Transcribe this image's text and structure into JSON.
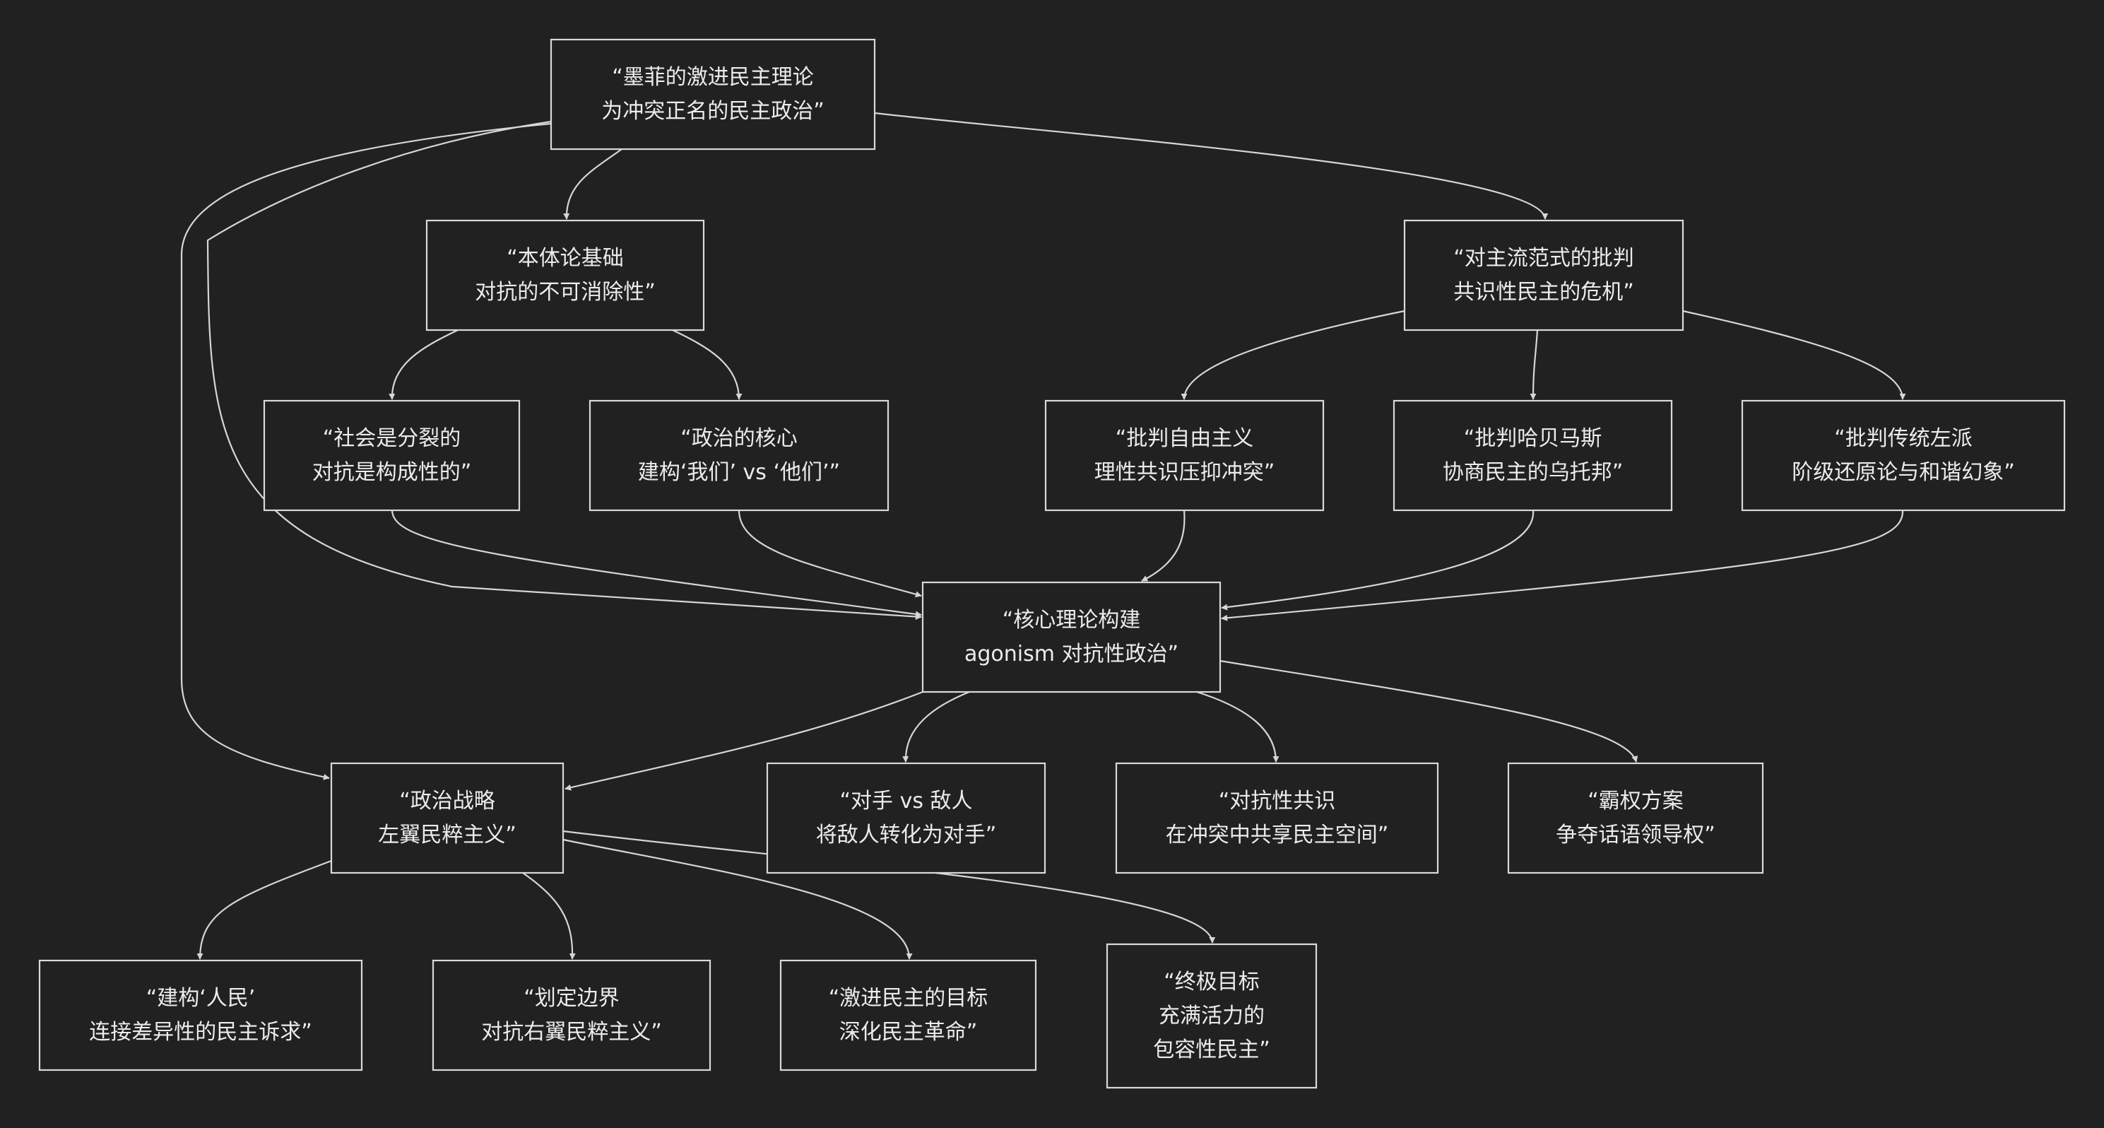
{
  "colors": {
    "background": "#212121",
    "node_border": "#d9d9d9",
    "edge": "#d6d6d6",
    "text": "#ececec"
  },
  "nodes": [
    {
      "id": "root",
      "lines": [
        "“墨菲的激进民主理论",
        "为冲突正名的民主政治”"
      ]
    },
    {
      "id": "ontology",
      "lines": [
        "“本体论基础",
        "对抗的不可消除性”"
      ]
    },
    {
      "id": "critique",
      "lines": [
        "“对主流范式的批判",
        "共识性民主的危机”"
      ]
    },
    {
      "id": "society",
      "lines": [
        "“社会是分裂的",
        "对抗是构成性的”"
      ]
    },
    {
      "id": "politics_core",
      "lines": [
        "“政治的核心",
        "建构‘我们’ vs ‘他们’”"
      ]
    },
    {
      "id": "liberalism",
      "lines": [
        "“批判自由主义",
        "理性共识压抑冲突”"
      ]
    },
    {
      "id": "habermas",
      "lines": [
        "“批判哈贝马斯",
        "协商民主的乌托邦”"
      ]
    },
    {
      "id": "old_left",
      "lines": [
        "“批判传统左派",
        "阶级还原论与和谐幻象”"
      ]
    },
    {
      "id": "core",
      "lines": [
        "“核心理论构建",
        "agonism 对抗性政治”"
      ]
    },
    {
      "id": "strategy",
      "lines": [
        "“政治战略",
        "左翼民粹主义”"
      ]
    },
    {
      "id": "adversary",
      "lines": [
        "“对手 vs 敌人",
        "将敌人转化为对手”"
      ]
    },
    {
      "id": "conflictual_consensus",
      "lines": [
        "“对抗性共识",
        "在冲突中共享民主空间”"
      ]
    },
    {
      "id": "hegemony",
      "lines": [
        "“霸权方案",
        "争夺话语领导权”"
      ]
    },
    {
      "id": "people",
      "lines": [
        "“建构‘人民’",
        "连接差异性的民主诉求”"
      ]
    },
    {
      "id": "frontier",
      "lines": [
        "“划定边界",
        "对抗右翼民粹主义”"
      ]
    },
    {
      "id": "radical_goal",
      "lines": [
        "“激进民主的目标",
        "深化民主革命”"
      ]
    },
    {
      "id": "ultimate_goal",
      "lines": [
        "“终极目标",
        "充满活力的",
        "包容性民主”"
      ]
    }
  ],
  "edges": [
    {
      "from": "root",
      "to": "ontology"
    },
    {
      "from": "root",
      "to": "critique"
    },
    {
      "from": "root",
      "to": "core"
    },
    {
      "from": "root",
      "to": "strategy"
    },
    {
      "from": "ontology",
      "to": "society"
    },
    {
      "from": "ontology",
      "to": "politics_core"
    },
    {
      "from": "critique",
      "to": "liberalism"
    },
    {
      "from": "critique",
      "to": "habermas"
    },
    {
      "from": "critique",
      "to": "old_left"
    },
    {
      "from": "society",
      "to": "core"
    },
    {
      "from": "politics_core",
      "to": "core"
    },
    {
      "from": "liberalism",
      "to": "core"
    },
    {
      "from": "habermas",
      "to": "core"
    },
    {
      "from": "old_left",
      "to": "core"
    },
    {
      "from": "core",
      "to": "strategy"
    },
    {
      "from": "core",
      "to": "adversary"
    },
    {
      "from": "core",
      "to": "conflictual_consensus"
    },
    {
      "from": "core",
      "to": "hegemony"
    },
    {
      "from": "strategy",
      "to": "people"
    },
    {
      "from": "strategy",
      "to": "frontier"
    },
    {
      "from": "strategy",
      "to": "radical_goal"
    },
    {
      "from": "strategy",
      "to": "ultimate_goal"
    }
  ]
}
